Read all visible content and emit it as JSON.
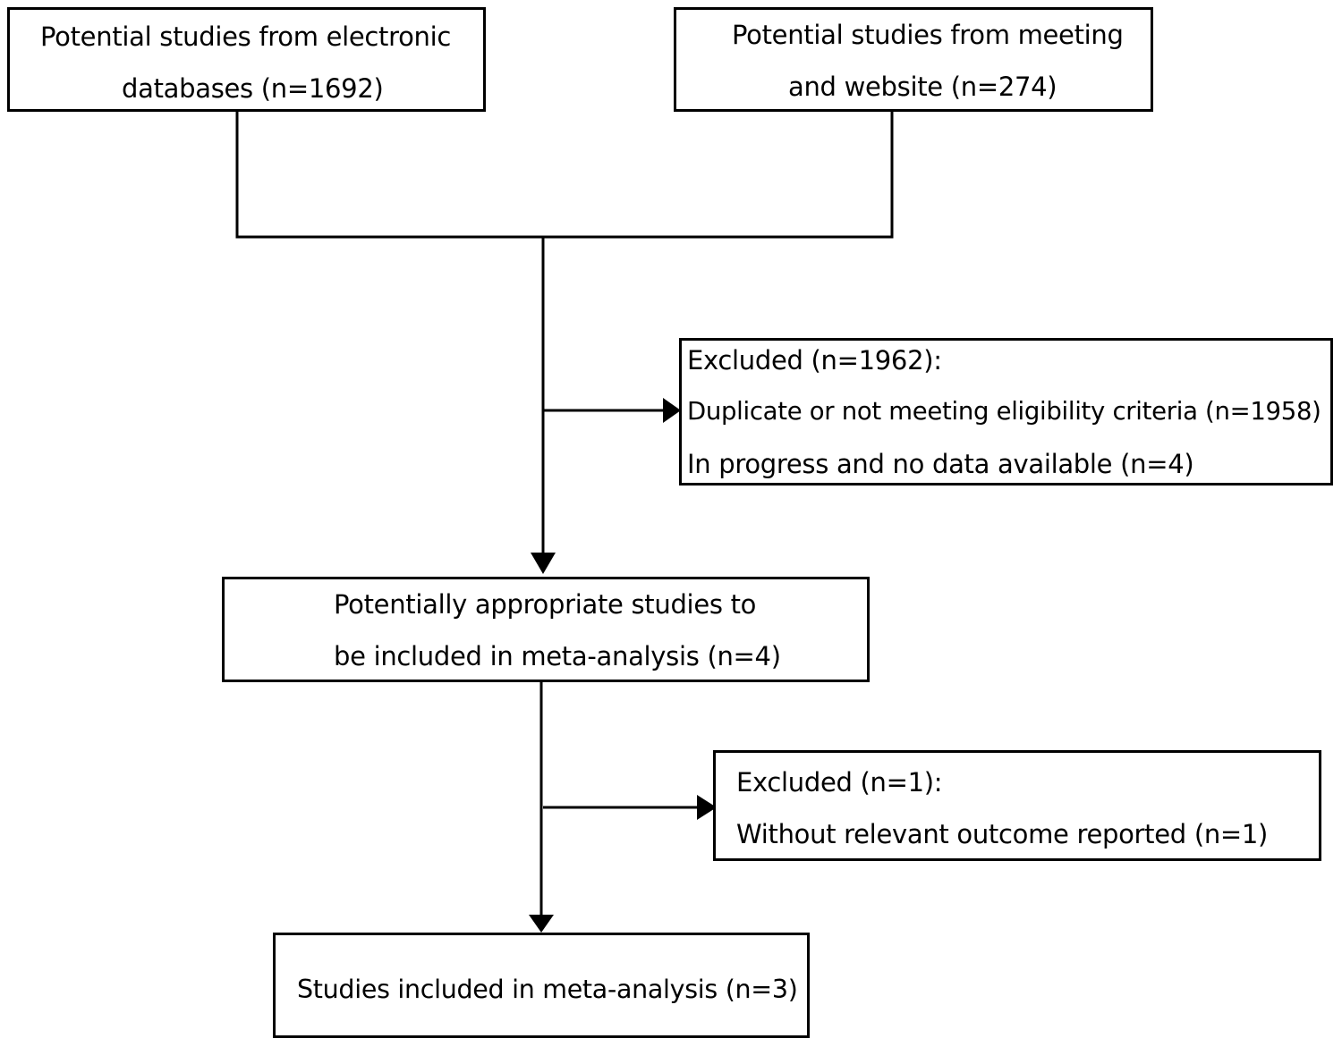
{
  "boxes": {
    "electronic": {
      "line1": "Potential studies from electronic",
      "line2": "databases (n=1692)"
    },
    "meeting": {
      "line1": "Potential studies from meeting",
      "line2": "and website (n=274)"
    },
    "excluded_first": {
      "line1": "Excluded (n=1962):",
      "line2": "Duplicate or not meeting eligibility criteria (n=1958)",
      "line3": "In progress and no data available (n=4)"
    },
    "potential": {
      "line1": "Potentially appropriate studies to",
      "line2": "be included in meta-analysis (n=4)"
    },
    "excluded_second": {
      "line1": "Excluded (n=1):",
      "line2": "Without relevant outcome reported (n=1)"
    },
    "included": {
      "line1": "Studies included in meta-analysis (n=3)"
    }
  }
}
